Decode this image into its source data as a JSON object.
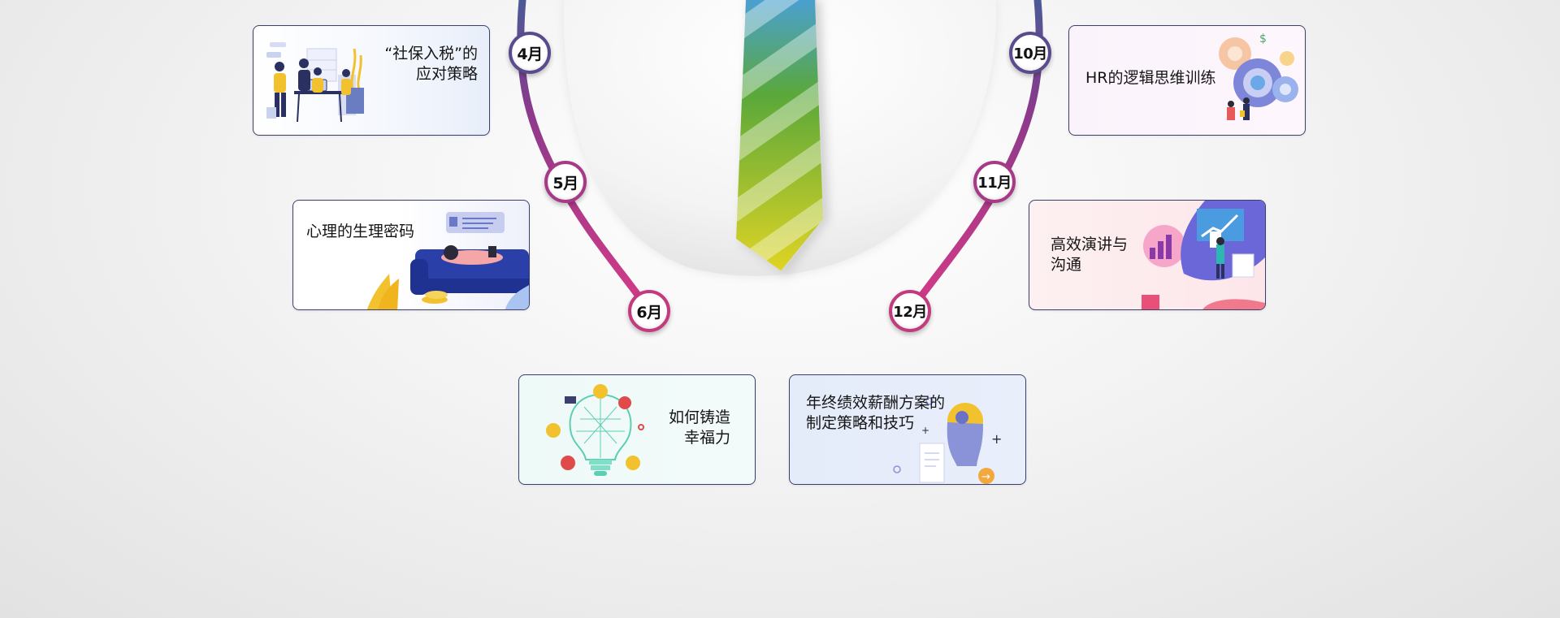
{
  "months": {
    "apr": "4月",
    "may": "5月",
    "jun": "6月",
    "oct": "10月",
    "nov": "11月",
    "dec": "12月"
  },
  "cards": {
    "apr": {
      "title_line1": "“社保入税”的",
      "title_line2": "应对策略"
    },
    "may": {
      "title_line1": "心理的生理密码"
    },
    "jun": {
      "title_line1": "如何铸造",
      "title_line2": "幸福力"
    },
    "oct": {
      "title_line1": "HR的逻辑思维训练"
    },
    "nov": {
      "title_line1": "高效演讲与",
      "title_line2": "沟通"
    },
    "dec": {
      "title_line1": "年终绩效薪酬方案的",
      "title_line2": "制定策略和技巧"
    }
  },
  "colors": {
    "arc_top": "#4a5a96",
    "arc_mid": "#8a3a8c",
    "arc_bottom": "#d63a86",
    "card_border": "#3a3f6e",
    "tie_green": "#5aa83a",
    "tie_yellow": "#d8d02a",
    "tie_blue": "#5aa6c8"
  },
  "icons": {
    "apr": "office-team-illustration",
    "may": "relaxing-couch-illustration",
    "jun": "lightbulb-network-illustration",
    "oct": "gears-brain-illustration",
    "nov": "presentation-chart-illustration",
    "dec": "thinking-head-illustration"
  }
}
